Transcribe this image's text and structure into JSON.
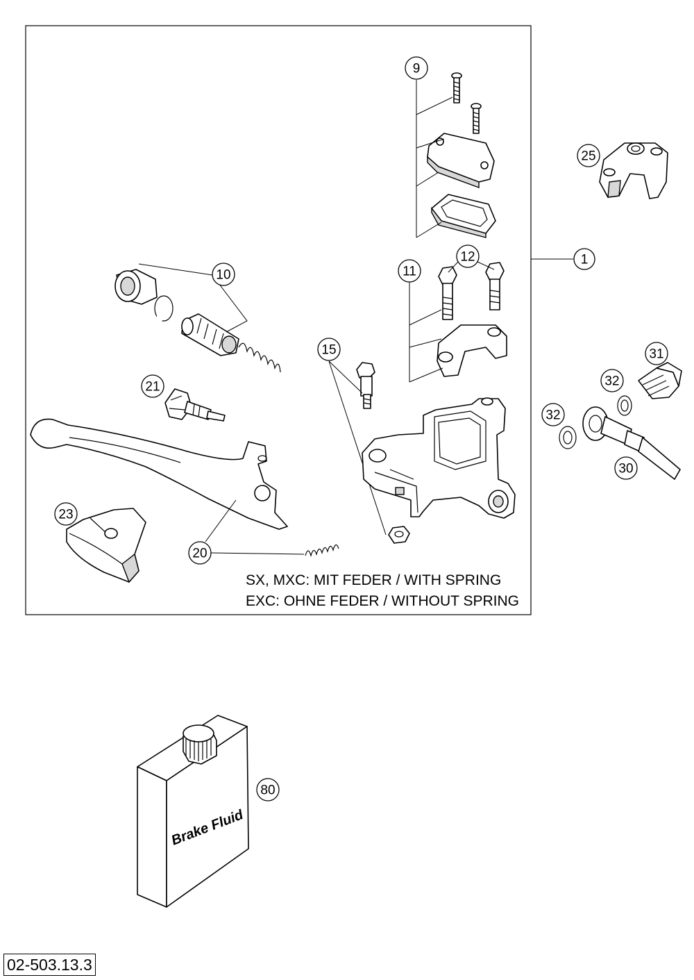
{
  "callouts": {
    "c1": "1",
    "c9": "9",
    "c10": "10",
    "c11": "11",
    "c12": "12",
    "c15": "15",
    "c20": "20",
    "c21": "21",
    "c23": "23",
    "c25": "25",
    "c30": "30",
    "c31": "31",
    "c32a": "32",
    "c32b": "32",
    "c80": "80"
  },
  "notes": {
    "line1": "SX, MXC: MIT FEDER / WITH SPRING",
    "line2": "EXC: OHNE FEDER / WITHOUT SPRING"
  },
  "brake_fluid_label": "Brake Fluid",
  "document_code": "02-503.13.3"
}
